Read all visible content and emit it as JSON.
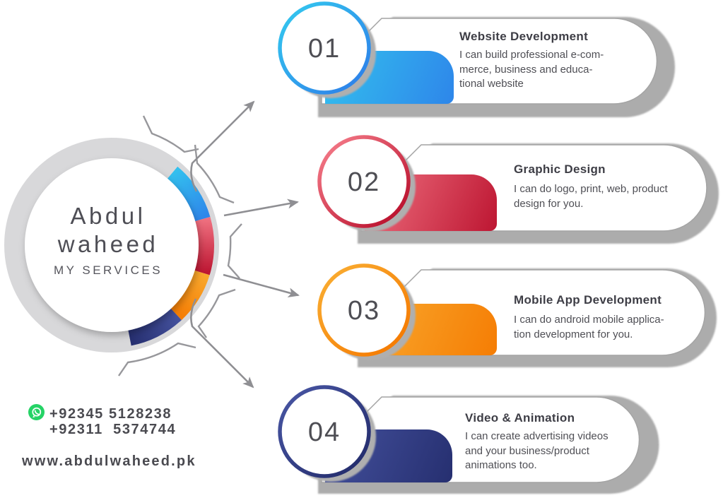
{
  "profile": {
    "name_line1": "Abdul",
    "name_line2": "waheed",
    "subtitle": "MY SERVICES",
    "phone1": "+92345 5128238",
    "phone2": "+92311  5374744",
    "website": "www.abdulwaheed.pk",
    "whatsapp_color": "#25D366"
  },
  "services": [
    {
      "number": "01",
      "title": "Website Development",
      "description": "I can build professional e-com-\nmerce, business and educa-\ntional website",
      "color_from": "#33C0EE",
      "color_to": "#2E86EA"
    },
    {
      "number": "02",
      "title": "Graphic Design",
      "description": "I can do logo, print, web, product\ndesign for you.",
      "color_from": "#EF7180",
      "color_to": "#BD1632"
    },
    {
      "number": "03",
      "title": "Mobile App Development",
      "description": "I can do android mobile applica-\ntion development for you.",
      "color_from": "#F9A82D",
      "color_to": "#F57D04"
    },
    {
      "number": "04",
      "title": "Video & Animation",
      "description": "I can create advertising videos\nand your business/product\nanimations too.",
      "color_from": "#44519D",
      "color_to": "#262F70"
    }
  ]
}
